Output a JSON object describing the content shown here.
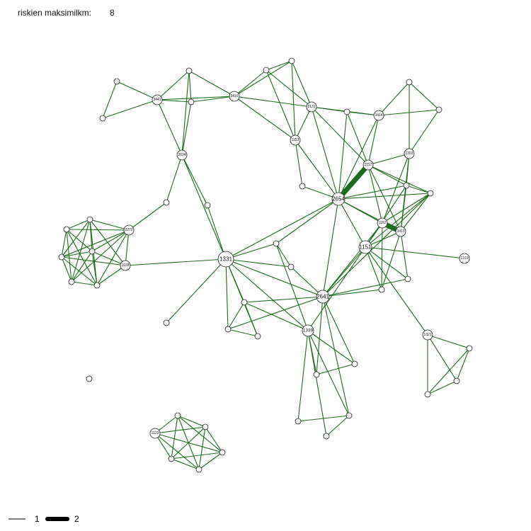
{
  "header": {
    "label": "riskien maksimilkm:",
    "value": "8"
  },
  "legend": {
    "thin_label": "1",
    "thick_label": "2"
  },
  "colors": {
    "edge": "#1d6b1d",
    "node_fill": "#ffffff",
    "node_stroke": "#222222"
  },
  "nodes": [
    {
      "id": "n1",
      "label": ""
    },
    {
      "id": "n2",
      "label": ""
    },
    {
      "id": "n3",
      "label": ""
    },
    {
      "id": "n4",
      "label": "3441"
    },
    {
      "id": "n5",
      "label": ""
    },
    {
      "id": "n6",
      "label": "3416"
    },
    {
      "id": "n7",
      "label": ""
    },
    {
      "id": "n8",
      "label": ""
    },
    {
      "id": "n9",
      "label": "2131"
    },
    {
      "id": "n10",
      "label": ""
    },
    {
      "id": "n11",
      "label": "3414"
    },
    {
      "id": "n12",
      "label": ""
    },
    {
      "id": "n13",
      "label": ""
    },
    {
      "id": "n14",
      "label": "1153"
    },
    {
      "id": "n15",
      "label": "2624"
    },
    {
      "id": "n16",
      "label": "1303"
    },
    {
      "id": "n17",
      "label": "2157"
    },
    {
      "id": "n18",
      "label": ""
    },
    {
      "id": "n19",
      "label": ""
    },
    {
      "id": "n20",
      "label": "2654"
    },
    {
      "id": "n21",
      "label": ""
    },
    {
      "id": "n22",
      "label": ""
    },
    {
      "id": "n23",
      "label": "1152"
    },
    {
      "id": "n24",
      "label": "3413"
    },
    {
      "id": "n25",
      "label": ""
    },
    {
      "id": "n26",
      "label": "2273"
    },
    {
      "id": "n27",
      "label": ""
    },
    {
      "id": "n28",
      "label": ""
    },
    {
      "id": "n29",
      "label": "1151"
    },
    {
      "id": "n30",
      "label": "1331"
    },
    {
      "id": "n31",
      "label": ""
    },
    {
      "id": "n32",
      "label": ""
    },
    {
      "id": "n33",
      "label": "1128"
    },
    {
      "id": "n34",
      "label": ""
    },
    {
      "id": "n35",
      "label": ""
    },
    {
      "id": "n36",
      "label": ""
    },
    {
      "id": "n37",
      "label": ""
    },
    {
      "id": "n38",
      "label": "1319"
    },
    {
      "id": "n39",
      "label": ""
    },
    {
      "id": "n40",
      "label": "2641"
    },
    {
      "id": "n41",
      "label": ""
    },
    {
      "id": "n42",
      "label": ""
    },
    {
      "id": "n43",
      "label": ""
    },
    {
      "id": "n44",
      "label": "1339"
    },
    {
      "id": "n45",
      "label": "1321"
    },
    {
      "id": "n46",
      "label": ""
    },
    {
      "id": "n47",
      "label": ""
    },
    {
      "id": "n48",
      "label": ""
    },
    {
      "id": "n49",
      "label": ""
    },
    {
      "id": "n50",
      "label": ""
    },
    {
      "id": "n51",
      "label": ""
    },
    {
      "id": "n52",
      "label": ""
    },
    {
      "id": "n53",
      "label": ""
    },
    {
      "id": "n54",
      "label": ""
    },
    {
      "id": "n55",
      "label": ""
    },
    {
      "id": "n56",
      "label": "1129"
    },
    {
      "id": "n57",
      "label": ""
    },
    {
      "id": "n58",
      "label": ""
    },
    {
      "id": "n59",
      "label": ""
    }
  ],
  "edges": [
    [
      "n1",
      "n2",
      1
    ],
    [
      "n1",
      "n4",
      1
    ],
    [
      "n2",
      "n4",
      1
    ],
    [
      "n3",
      "n4",
      1
    ],
    [
      "n3",
      "n5",
      1
    ],
    [
      "n3",
      "n6",
      1
    ],
    [
      "n3",
      "n15",
      1
    ],
    [
      "n4",
      "n6",
      1
    ],
    [
      "n4",
      "n5",
      1
    ],
    [
      "n4",
      "n15",
      1
    ],
    [
      "n5",
      "n6",
      1
    ],
    [
      "n5",
      "n15",
      1
    ],
    [
      "n6",
      "n7",
      1
    ],
    [
      "n6",
      "n8",
      1
    ],
    [
      "n6",
      "n9",
      1
    ],
    [
      "n6",
      "n14",
      1
    ],
    [
      "n7",
      "n8",
      1
    ],
    [
      "n7",
      "n9",
      1
    ],
    [
      "n7",
      "n14",
      1
    ],
    [
      "n8",
      "n9",
      1
    ],
    [
      "n8",
      "n14",
      1
    ],
    [
      "n9",
      "n10",
      1
    ],
    [
      "n9",
      "n11",
      1
    ],
    [
      "n9",
      "n14",
      1
    ],
    [
      "n9",
      "n17",
      1
    ],
    [
      "n9",
      "n20",
      1
    ],
    [
      "n10",
      "n11",
      1
    ],
    [
      "n10",
      "n17",
      1
    ],
    [
      "n10",
      "n20",
      1
    ],
    [
      "n11",
      "n12",
      1
    ],
    [
      "n11",
      "n13",
      1
    ],
    [
      "n11",
      "n17",
      1
    ],
    [
      "n11",
      "n20",
      1
    ],
    [
      "n12",
      "n13",
      1
    ],
    [
      "n12",
      "n16",
      1
    ],
    [
      "n13",
      "n16",
      1
    ],
    [
      "n14",
      "n20",
      1
    ],
    [
      "n14",
      "n19",
      1
    ],
    [
      "n15",
      "n21",
      1
    ],
    [
      "n15",
      "n22",
      1
    ],
    [
      "n15",
      "n30",
      1
    ],
    [
      "n16",
      "n17",
      1
    ],
    [
      "n16",
      "n18",
      1
    ],
    [
      "n16",
      "n24",
      1
    ],
    [
      "n16",
      "n23",
      1
    ],
    [
      "n17",
      "n20",
      2
    ],
    [
      "n17",
      "n18",
      1
    ],
    [
      "n17",
      "n25",
      1
    ],
    [
      "n17",
      "n23",
      1
    ],
    [
      "n17",
      "n24",
      1
    ],
    [
      "n18",
      "n20",
      1
    ],
    [
      "n18",
      "n25",
      1
    ],
    [
      "n18",
      "n24",
      1
    ],
    [
      "n18",
      "n29",
      1
    ],
    [
      "n19",
      "n20",
      1
    ],
    [
      "n20",
      "n23",
      1
    ],
    [
      "n20",
      "n24",
      1
    ],
    [
      "n20",
      "n29",
      1
    ],
    [
      "n20",
      "n30",
      1
    ],
    [
      "n20",
      "n32",
      1
    ],
    [
      "n20",
      "n40",
      1
    ],
    [
      "n20",
      "n25",
      1
    ],
    [
      "n23",
      "n24",
      2
    ],
    [
      "n23",
      "n25",
      1
    ],
    [
      "n23",
      "n29",
      1
    ],
    [
      "n23",
      "n39",
      1
    ],
    [
      "n23",
      "n40",
      1
    ],
    [
      "n24",
      "n25",
      1
    ],
    [
      "n24",
      "n29",
      1
    ],
    [
      "n24",
      "n39",
      1
    ],
    [
      "n24",
      "n42",
      1
    ],
    [
      "n25",
      "n29",
      1
    ],
    [
      "n25",
      "n40",
      1
    ],
    [
      "n29",
      "n38",
      1
    ],
    [
      "n29",
      "n39",
      1
    ],
    [
      "n29",
      "n40",
      1
    ],
    [
      "n29",
      "n42",
      1
    ],
    [
      "n29",
      "n45",
      1
    ],
    [
      "n29",
      "n44",
      1
    ],
    [
      "n21",
      "n26",
      1
    ],
    [
      "n22",
      "n30",
      1
    ],
    [
      "n26",
      "n27",
      1
    ],
    [
      "n26",
      "n28",
      1
    ],
    [
      "n26",
      "n31",
      1
    ],
    [
      "n26",
      "n33",
      1
    ],
    [
      "n26",
      "n34",
      1
    ],
    [
      "n26",
      "n36",
      1
    ],
    [
      "n26",
      "n37",
      1
    ],
    [
      "n27",
      "n28",
      1
    ],
    [
      "n27",
      "n31",
      1
    ],
    [
      "n27",
      "n33",
      1
    ],
    [
      "n27",
      "n34",
      1
    ],
    [
      "n27",
      "n36",
      1
    ],
    [
      "n27",
      "n37",
      1
    ],
    [
      "n28",
      "n31",
      1
    ],
    [
      "n28",
      "n34",
      1
    ],
    [
      "n28",
      "n36",
      1
    ],
    [
      "n28",
      "n37",
      1
    ],
    [
      "n31",
      "n34",
      1
    ],
    [
      "n31",
      "n33",
      1
    ],
    [
      "n31",
      "n36",
      1
    ],
    [
      "n31",
      "n37",
      1
    ],
    [
      "n33",
      "n34",
      1
    ],
    [
      "n33",
      "n37",
      1
    ],
    [
      "n33",
      "n30",
      1
    ],
    [
      "n34",
      "n36",
      1
    ],
    [
      "n34",
      "n37",
      1
    ],
    [
      "n36",
      "n37",
      1
    ],
    [
      "n30",
      "n32",
      1
    ],
    [
      "n30",
      "n35",
      1
    ],
    [
      "n30",
      "n41",
      1
    ],
    [
      "n30",
      "n43",
      1
    ],
    [
      "n30",
      "n47",
      1
    ],
    [
      "n30",
      "n40",
      1
    ],
    [
      "n30",
      "n44",
      1
    ],
    [
      "n30",
      "n48",
      1
    ],
    [
      "n32",
      "n44",
      1
    ],
    [
      "n32",
      "n35",
      1
    ],
    [
      "n35",
      "n40",
      1
    ],
    [
      "n40",
      "n41",
      1
    ],
    [
      "n40",
      "n39",
      1
    ],
    [
      "n40",
      "n42",
      1
    ],
    [
      "n40",
      "n46",
      1
    ],
    [
      "n40",
      "n49",
      1
    ],
    [
      "n40",
      "n51",
      1
    ],
    [
      "n40",
      "n43",
      1
    ],
    [
      "n41",
      "n43",
      1
    ],
    [
      "n41",
      "n47",
      1
    ],
    [
      "n41",
      "n44",
      1
    ],
    [
      "n43",
      "n47",
      1
    ],
    [
      "n44",
      "n46",
      1
    ],
    [
      "n44",
      "n49",
      1
    ],
    [
      "n44",
      "n50",
      1
    ],
    [
      "n44",
      "n51",
      1
    ],
    [
      "n44",
      "n52",
      1
    ],
    [
      "n46",
      "n49",
      1
    ],
    [
      "n50",
      "n51",
      1
    ],
    [
      "n51",
      "n52",
      1
    ],
    [
      "n45",
      "n53",
      1
    ],
    [
      "n45",
      "n54",
      1
    ],
    [
      "n45",
      "n55",
      1
    ],
    [
      "n53",
      "n54",
      1
    ],
    [
      "n53",
      "n55",
      1
    ],
    [
      "n54",
      "n55",
      1
    ],
    [
      "n56",
      "n57",
      1
    ],
    [
      "n56",
      "n58",
      1
    ],
    [
      "n56",
      "n59",
      1
    ],
    [
      "n56",
      "n60",
      1
    ],
    [
      "n56",
      "n61",
      1
    ],
    [
      "n57",
      "n58",
      1
    ],
    [
      "n57",
      "n59",
      1
    ],
    [
      "n57",
      "n60",
      1
    ],
    [
      "n57",
      "n61",
      1
    ],
    [
      "n58",
      "n59",
      1
    ],
    [
      "n58",
      "n60",
      1
    ],
    [
      "n58",
      "n61",
      1
    ],
    [
      "n59",
      "n60",
      1
    ],
    [
      "n59",
      "n61",
      1
    ],
    [
      "n60",
      "n61",
      1
    ]
  ]
}
